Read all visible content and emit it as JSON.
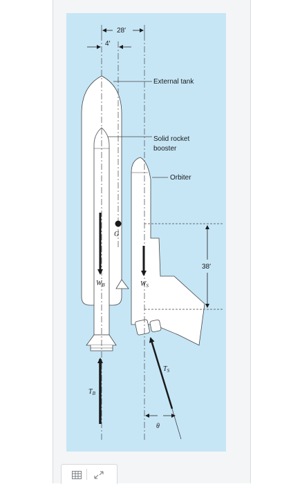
{
  "diagram": {
    "dim_top": "28′",
    "dim_small": "4′",
    "label_tank": "External tank",
    "label_booster_1": "Solid rocket",
    "label_booster_2": "booster",
    "label_orbiter": "Orbiter",
    "dim_right": "38′",
    "sym_G": "G",
    "sym_WB": "W",
    "sym_WB_sub": "B",
    "sym_WS": "W",
    "sym_WS_sub": "S",
    "sym_TS": "T",
    "sym_TS_sub": "S",
    "sym_TB": "T",
    "sym_TB_sub": "B",
    "sym_theta": "θ"
  },
  "toolbar": {
    "table_icon": "table-icon",
    "expand_icon": "expand-icon"
  },
  "colors": {
    "figure_bg": "#c6e6f6",
    "body_fill": "#ffffff",
    "stroke": "#333333"
  }
}
